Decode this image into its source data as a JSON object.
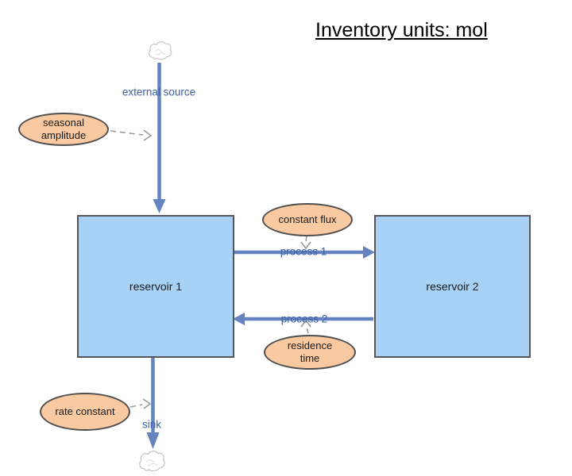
{
  "title": "Inventory units: mol",
  "colors": {
    "reservoir_fill": "#A7D2F6",
    "reservoir_border": "#55555D",
    "influence_fill": "#F9C9A2",
    "influence_border": "#4F4F4F",
    "flux_arrow_blue": "#6583BF",
    "flux_label_blue": "#3B5EA6",
    "influence_arrow_gray": "#9A9A9A"
  },
  "reservoirs": [
    {
      "label": "reservoir 1"
    },
    {
      "label": "reservoir 2"
    }
  ],
  "fluxes": {
    "external_source": {
      "label": "external source",
      "from": "source cloud",
      "to": "reservoir 1"
    },
    "process1": {
      "label": "process 1",
      "from": "reservoir 1",
      "to": "reservoir 2"
    },
    "process2": {
      "label": "process 2",
      "from": "reservoir 2",
      "to": "reservoir 1"
    },
    "sink": {
      "label": "sink",
      "from": "reservoir 1",
      "to": "sink cloud"
    }
  },
  "influences": [
    {
      "label": "seasonal amplitude",
      "points_to": "external source"
    },
    {
      "label": "constant flux",
      "points_to": "process 1"
    },
    {
      "label": "residence time",
      "points_to": "process 2"
    },
    {
      "label": "rate constant",
      "points_to": "sink"
    }
  ]
}
